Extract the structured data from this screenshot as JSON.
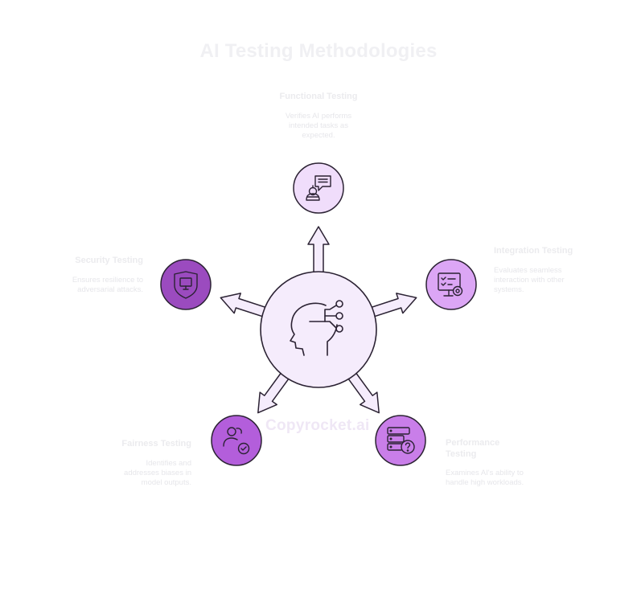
{
  "title": "AI Testing Methodologies",
  "watermark": "Copyrocket.ai",
  "colors": {
    "center_fill": "#f5ecfc",
    "outline": "#2b2233",
    "functional": "#f0ddfb",
    "integration": "#dca6f5",
    "performance": "#c97ee9",
    "fairness": "#b35edb",
    "security": "#9b4bbf"
  },
  "center": {
    "icon": "ai-head-circuit-icon"
  },
  "nodes": [
    {
      "id": "functional",
      "title": "Functional Testing",
      "title_lines": [
        "Functional Testing"
      ],
      "desc_lines": [
        "Verifies AI performs",
        "intended tasks as",
        "expected."
      ],
      "icon": "chatbot-icon"
    },
    {
      "id": "integration",
      "title": "Integration Testing",
      "title_lines": [
        "Integration Testing"
      ],
      "desc_lines": [
        "Evaluates seamless",
        "interaction with other",
        "systems."
      ],
      "icon": "monitor-gear-checklist-icon"
    },
    {
      "id": "performance",
      "title": "Performance Testing",
      "title_lines": [
        "Performance",
        "Testing"
      ],
      "desc_lines": [
        "Examines AI's ability to",
        "handle high workloads."
      ],
      "icon": "server-question-icon"
    },
    {
      "id": "fairness",
      "title": "Fairness Testing",
      "title_lines": [
        "Fairness Testing"
      ],
      "desc_lines": [
        "Identifies and",
        "addresses biases in",
        "model outputs."
      ],
      "icon": "users-check-icon"
    },
    {
      "id": "security",
      "title": "Security Testing",
      "title_lines": [
        "Security Testing"
      ],
      "desc_lines": [
        "Ensures resilience to",
        "adversarial attacks."
      ],
      "icon": "shield-monitor-icon"
    }
  ]
}
